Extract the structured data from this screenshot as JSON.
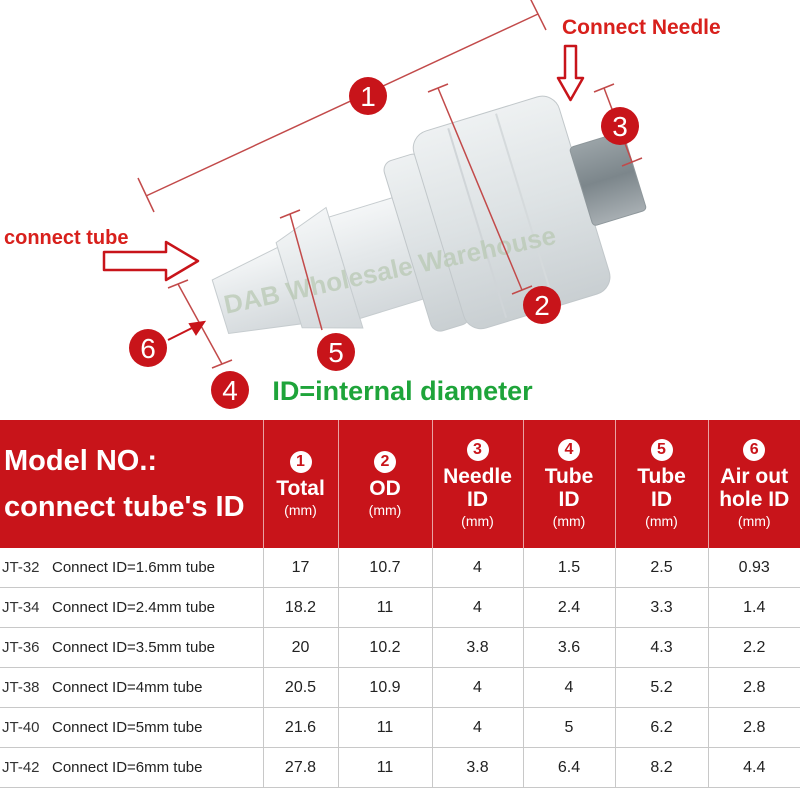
{
  "callouts": {
    "connect_needle": "Connect Needle",
    "connect_tube": "connect tube",
    "watermark": "DAB Wholesale Warehouse",
    "markers": [
      "1",
      "2",
      "3",
      "4",
      "5",
      "6"
    ]
  },
  "note": "ID=internal diameter",
  "colors": {
    "accent_red": "#c8141a",
    "note_green": "#1ea43a",
    "callout_red": "#d8201c"
  },
  "table": {
    "model_header_line1": "Model NO.:",
    "model_header_line2": "connect tube's ID",
    "columns": [
      {
        "num": "1",
        "title_lines": [
          "Total"
        ],
        "unit": "(mm)"
      },
      {
        "num": "2",
        "title_lines": [
          "OD"
        ],
        "unit": "(mm)"
      },
      {
        "num": "3",
        "title_lines": [
          "Needle",
          "ID"
        ],
        "unit": "(mm)"
      },
      {
        "num": "4",
        "title_lines": [
          "Tube",
          "ID"
        ],
        "unit": "(mm)"
      },
      {
        "num": "5",
        "title_lines": [
          "Tube",
          "ID"
        ],
        "unit": "(mm)"
      },
      {
        "num": "6",
        "title_lines": [
          "Air out",
          "hole ID"
        ],
        "unit": "(mm)"
      }
    ],
    "rows": [
      {
        "code": "JT-32",
        "desc": "Connect ID=1.6mm tube",
        "values": [
          "17",
          "10.7",
          "4",
          "1.5",
          "2.5",
          "0.93"
        ]
      },
      {
        "code": "JT-34",
        "desc": "Connect ID=2.4mm tube",
        "values": [
          "18.2",
          "11",
          "4",
          "2.4",
          "3.3",
          "1.4"
        ]
      },
      {
        "code": "JT-36",
        "desc": "Connect ID=3.5mm tube",
        "values": [
          "20",
          "10.2",
          "3.8",
          "3.6",
          "4.3",
          "2.2"
        ]
      },
      {
        "code": "JT-38",
        "desc": "Connect ID=4mm tube",
        "values": [
          "20.5",
          "10.9",
          "4",
          "4",
          "5.2",
          "2.8"
        ]
      },
      {
        "code": "JT-40",
        "desc": "Connect ID=5mm tube",
        "values": [
          "21.6",
          "11",
          "4",
          "5",
          "6.2",
          "2.8"
        ]
      },
      {
        "code": "JT-42",
        "desc": "Connect ID=6mm tube",
        "values": [
          "27.8",
          "11",
          "3.8",
          "6.4",
          "8.2",
          "4.4"
        ]
      }
    ]
  }
}
